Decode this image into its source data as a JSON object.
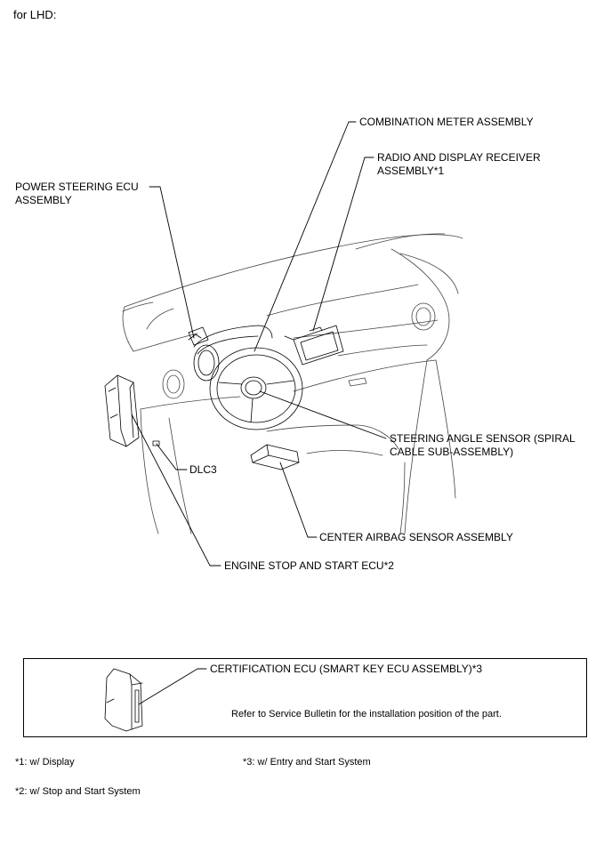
{
  "header": {
    "variant": "for LHD:"
  },
  "callouts": {
    "combination_meter": "COMBINATION METER ASSEMBLY",
    "radio_line1": "RADIO AND DISPLAY RECEIVER",
    "radio_line2": "ASSEMBLY*1",
    "power_steering_line1": "POWER STEERING ECU",
    "power_steering_line2": "ASSEMBLY",
    "steering_angle_line1": "STEERING ANGLE SENSOR (SPIRAL",
    "steering_angle_line2": "CABLE SUB-ASSEMBLY)",
    "dlc3": "DLC3",
    "center_airbag": "CENTER AIRBAG SENSOR ASSEMBLY",
    "engine_stop_start": "ENGINE STOP AND START ECU*2"
  },
  "inset": {
    "certification_ecu": "CERTIFICATION ECU (SMART KEY ECU ASSEMBLY)*3",
    "note": "Refer to Service Bulletin for the installation position of the part."
  },
  "footnotes": {
    "fn1": "*1: w/ Display",
    "fn2": "*2: w/ Stop and Start System",
    "fn3": "*3: w/ Entry and Start System"
  }
}
